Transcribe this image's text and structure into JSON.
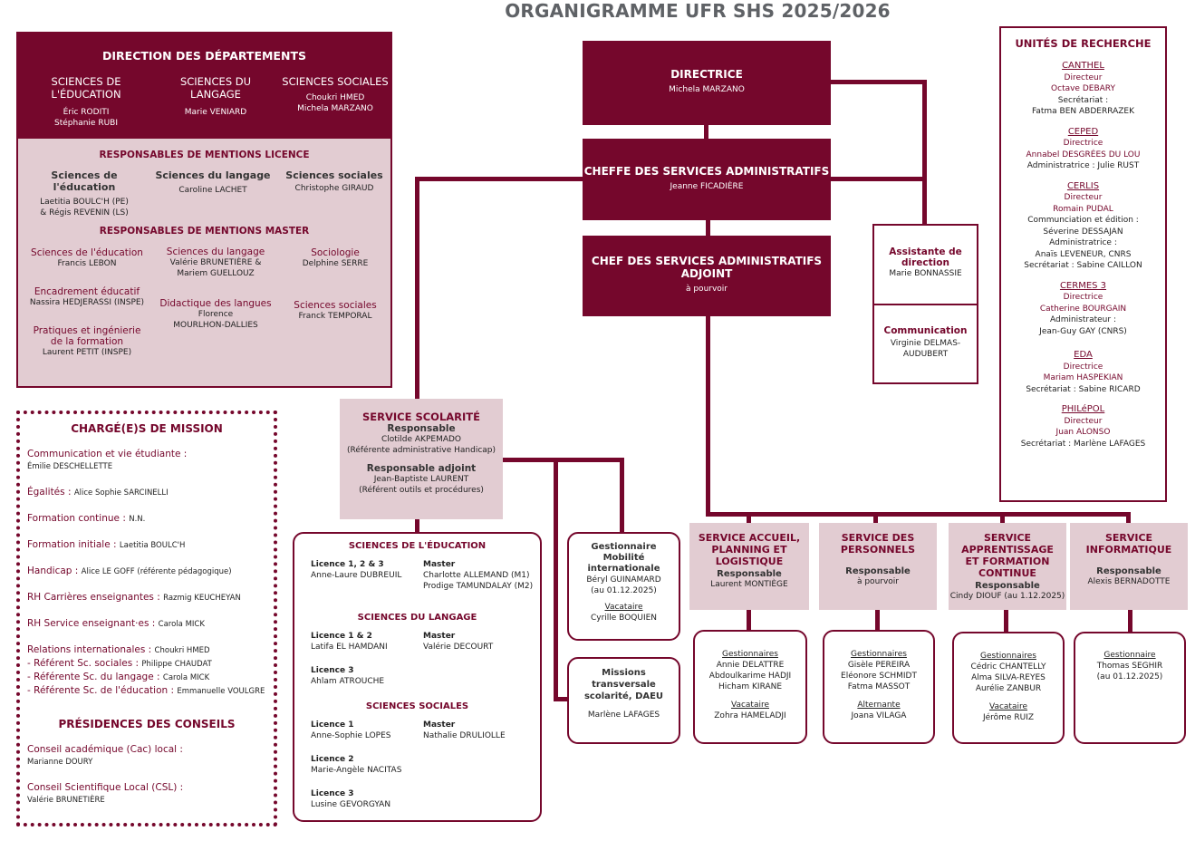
{
  "title": "ORGANIGRAMME UFR SHS 2025/2026",
  "colors": {
    "brand": "#75072c",
    "pink": "#e2ccd2",
    "title_gray": "#5f6266"
  },
  "direction_departements": {
    "heading": "DIRECTION DES DÉPARTEMENTS",
    "departments": [
      {
        "name": "SCIENCES DE L'ÉDUCATION",
        "people": [
          "Éric RODITI",
          "Stéphanie RUBI"
        ]
      },
      {
        "name": "SCIENCES DU LANGAGE",
        "people": [
          "Marie VENIARD"
        ]
      },
      {
        "name": "SCIENCES SOCIALES",
        "people": [
          "Choukri HMED",
          "Michela MARZANO"
        ]
      }
    ],
    "licence": {
      "heading": "RESPONSABLES DE MENTIONS LICENCE",
      "items": [
        {
          "field": "Sciences de l'éducation",
          "people": [
            "Laetitia BOULC'H (PE)",
            "& Régis REVENIN (LS)"
          ]
        },
        {
          "field": "Sciences du langage",
          "people": [
            "Caroline LACHET"
          ]
        },
        {
          "field": "Sciences sociales",
          "people": [
            "Christophe GIRAUD"
          ]
        }
      ]
    },
    "master": {
      "heading": "RESPONSABLES DE MENTIONS MASTER",
      "items": [
        {
          "field": "Sciences de l'éducation",
          "people": [
            "Francis LEBON"
          ]
        },
        {
          "field": "Sciences du langage",
          "people": [
            "Valérie BRUNETIÈRE &",
            "Mariem GUELLOUZ"
          ]
        },
        {
          "field": "Sociologie",
          "people": [
            "Delphine SERRE"
          ]
        },
        {
          "field": "Encadrement éducatif",
          "people": [
            "Nassira HEDJERASSI (INSPE)"
          ]
        },
        {
          "field": "Didactique des langues",
          "people": [
            "Florence",
            "MOURLHON-DALLIES"
          ]
        },
        {
          "field": "Sciences sociales",
          "people": [
            "Franck TEMPORAL"
          ]
        },
        {
          "field": "Pratiques et ingénierie",
          "field2": "de la formation",
          "people": [
            "Laurent PETIT (INSPE)"
          ]
        }
      ]
    }
  },
  "missions": {
    "heading": "CHARGÉ(E)S DE MISSION",
    "items": [
      {
        "label": "Communication et vie étudiante :",
        "person": "Émilie DESCHELLETTE"
      },
      {
        "label": "Égalités :",
        "person": "Alice Sophie SARCINELLI"
      },
      {
        "label": "Formation continue :",
        "person": "N.N."
      },
      {
        "label": "Formation initiale :",
        "person": "Laetitia BOULC'H"
      },
      {
        "label": "Handicap :",
        "person": "Alice LE GOFF (référente pédagogique)"
      },
      {
        "label": "RH Carrières enseignantes :",
        "person": "Razmig KEUCHEYAN"
      },
      {
        "label": "RH Service enseignant·es :",
        "person": "Carola MICK"
      },
      {
        "label": "Relations internationales :",
        "person": "Choukri HMED"
      },
      {
        "label": "- Référent Sc. sociales :",
        "person": "Philippe CHAUDAT"
      },
      {
        "label": "- Référente Sc. du langage :",
        "person": "Carola MICK"
      },
      {
        "label": "- Référente Sc. de l'éducation :",
        "person": "Emmanuelle VOULGRE"
      }
    ],
    "conseils_heading": "PRÉSIDENCES DES CONSEILS",
    "conseils": [
      {
        "label": "Conseil académique (Cac) local :",
        "person": "Marianne DOURY"
      },
      {
        "label": "Conseil Scientifique Local (CSL) :",
        "person": "Valérie BRUNETIÈRE"
      }
    ]
  },
  "directrice": {
    "title": "DIRECTRICE",
    "name": "Michela MARZANO"
  },
  "cheffe": {
    "title": "CHEFFE DES SERVICES ADMINISTRATIFS",
    "name": "Jeanne FICADIÈRE"
  },
  "adjoint": {
    "title1": "CHEF DES SERVICES ADMINISTRATIFS",
    "title2": "ADJOINT",
    "name": "à pourvoir"
  },
  "assistante": {
    "title1": "Assistante de",
    "title2": "direction",
    "name": "Marie BONNASSIE"
  },
  "communication": {
    "title": "Communication",
    "name1": "Virginie DELMAS-",
    "name2": "AUDUBERT"
  },
  "unites": {
    "heading": "UNITÉS DE RECHERCHE",
    "items": [
      {
        "name": "CANTHEL",
        "lines": [
          [
            "r",
            "Directeur"
          ],
          [
            "r",
            "Octave DEBARY"
          ],
          [
            "k",
            "Secrétariat :"
          ],
          [
            "k",
            "Fatma BEN ABDERRAZEK"
          ]
        ]
      },
      {
        "name": "CEPED",
        "lines": [
          [
            "r",
            "Directrice"
          ],
          [
            "r",
            "Annabel DESGRÉES DU LOU"
          ],
          [
            "k",
            "Administratrice : Julie RUST"
          ]
        ]
      },
      {
        "name": "CERLIS",
        "lines": [
          [
            "r",
            "Directeur"
          ],
          [
            "r",
            "Romain PUDAL"
          ],
          [
            "k",
            "Communciation et édition :"
          ],
          [
            "k",
            "Séverine DESSAJAN"
          ],
          [
            "k",
            "Administratrice :"
          ],
          [
            "k",
            "Anaïs LEVENEUR, CNRS"
          ],
          [
            "k",
            "Secrétariat : Sabine CAILLON"
          ]
        ]
      },
      {
        "name": "CERMES 3",
        "lines": [
          [
            "r",
            "Directrice"
          ],
          [
            "r",
            "Catherine BOURGAIN"
          ],
          [
            "k",
            "Administrateur :"
          ],
          [
            "k",
            "Jean-Guy GAY (CNRS)"
          ]
        ]
      },
      {
        "name": "EDA",
        "lines": [
          [
            "r",
            "Directrice"
          ],
          [
            "r",
            "Mariam HASPEKIAN"
          ],
          [
            "k",
            "Secrétariat : Sabine RICARD"
          ]
        ]
      },
      {
        "name": "PHILéPOL",
        "lines": [
          [
            "r",
            "Directeur"
          ],
          [
            "r",
            "Juan ALONSO"
          ],
          [
            "k",
            "Secrétariat : Marlène LAFAGES"
          ]
        ]
      }
    ]
  },
  "scolarite": {
    "title": "SERVICE SCOLARITÉ",
    "resp_label": "Responsable",
    "resp_name": "Clotilde AKPEMADO",
    "resp_note": "(Référente administrative Handicap)",
    "adj_label": "Responsable adjoint",
    "adj_name": "Jean-Baptiste LAURENT",
    "adj_note": "(Référent outils et procédures)"
  },
  "scolarite_detail": {
    "sections": [
      {
        "heading": "SCIENCES DE L'ÉDUCATION",
        "left": [
          {
            "label": "Licence 1, 2 & 3",
            "people": [
              "Anne-Laure DUBREUIL"
            ]
          }
        ],
        "right": [
          {
            "label": "Master",
            "people": [
              "Charlotte ALLEMAND (M1)",
              "Prodige TAMUNDALAY (M2)"
            ]
          }
        ]
      },
      {
        "heading": "SCIENCES DU LANGAGE",
        "left": [
          {
            "label": "Licence 1 & 2",
            "people": [
              "Latifa EL HAMDANI"
            ]
          },
          {
            "label": "Licence 3",
            "people": [
              "Ahlam ATROUCHE"
            ]
          }
        ],
        "right": [
          {
            "label": "Master",
            "people": [
              "Valérie DECOURT"
            ]
          }
        ]
      },
      {
        "heading": "SCIENCES SOCIALES",
        "left": [
          {
            "label": "Licence 1",
            "people": [
              "Anne-Sophie LOPES"
            ]
          },
          {
            "label": "Licence 2",
            "people": [
              "Marie-Angèle NACITAS"
            ]
          },
          {
            "label": "Licence 3",
            "people": [
              "Lusine GEVORGYAN"
            ]
          }
        ],
        "right": [
          {
            "label": "Master",
            "people": [
              "Nathalie DRULIOLLE"
            ]
          }
        ]
      }
    ]
  },
  "mobilite": {
    "title1": "Gestionnaire",
    "title2": "Mobilité",
    "title3": "internationale",
    "name": "Béryl GUINAMARD",
    "date": "(au 01.12.2025)",
    "vac_label": "Vacataire",
    "vac_name": "Cyrille BOQUIEN"
  },
  "transversale": {
    "title1": "Missions",
    "title2": "transversale",
    "title3": "scolarité, DAEU",
    "name": "Marlène LAFAGES"
  },
  "services": [
    {
      "title": [
        "SERVICE ACCUEIL,",
        "PLANNING ET",
        "LOGISTIQUE"
      ],
      "resp_label": "Responsable",
      "resp_name": "Laurent MONTIÈGE",
      "groups": [
        {
          "label": "Gestionnaires",
          "people": [
            "Annie DELATTRE",
            "Abdoulkarime HADJI",
            "Hicham KIRANE"
          ]
        },
        {
          "label": "Vacataire",
          "people": [
            "Zohra HAMELADJI"
          ]
        }
      ]
    },
    {
      "title": [
        "SERVICE DES",
        "PERSONNELS"
      ],
      "resp_label": "Responsable",
      "resp_name": "à pourvoir",
      "groups": [
        {
          "label": "Gestionnaires",
          "people": [
            "Gisèle PEREIRA",
            "Eléonore SCHMIDT",
            "Fatma MASSOT"
          ]
        },
        {
          "label": "Alternante",
          "people": [
            "Joana VILAGA"
          ]
        }
      ]
    },
    {
      "title": [
        "SERVICE",
        "APPRENTISSAGE",
        "ET FORMATION",
        "CONTINUE"
      ],
      "resp_label": "Responsable",
      "resp_name": "Cindy DIOUF (au 1.12.2025)",
      "groups": [
        {
          "label": "Gestionnaires",
          "people": [
            "Cédric CHANTELLY",
            "Alma SILVA-REYES",
            "Aurélie ZANBUR"
          ]
        },
        {
          "label": "Vacataire",
          "people": [
            "Jérôme RUIZ"
          ]
        }
      ]
    },
    {
      "title": [
        "SERVICE",
        "INFORMATIQUE"
      ],
      "resp_label": "Responsable",
      "resp_name": "Alexis BERNADOTTE",
      "groups": [
        {
          "label": "Gestionnaire",
          "people": [
            "Thomas SEGHIR",
            "(au 01.12.2025)"
          ]
        }
      ]
    }
  ]
}
